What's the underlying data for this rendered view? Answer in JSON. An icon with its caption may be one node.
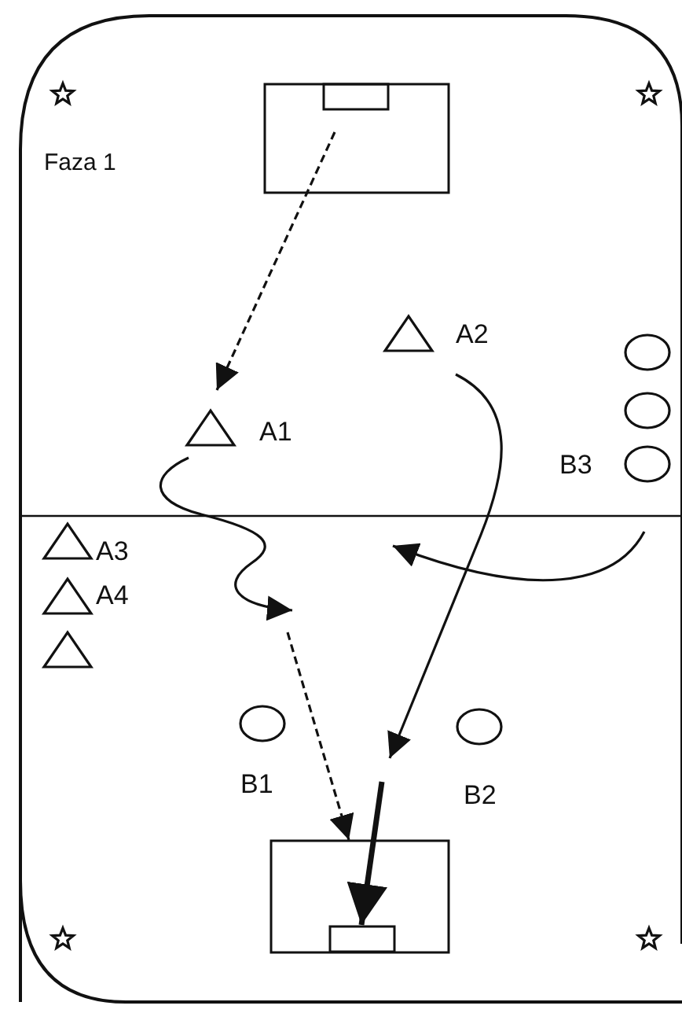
{
  "diagram": {
    "nodes": [
      {
        "text": [],
        "shape": "box"
      },
      {
        "text": [
          "A2"
        ]
      },
      {
        "text": [],
        "shape": "circle"
      },
      {
        "text": [],
        "shape": "circle"
      },
      {
        "text": [
          "A1"
        ]
      },
      {
        "text": [
          "B3"
        ]
      },
      {
        "text": [
          "A3"
        ]
      },
      {
        "text": [
          "A4"
        ]
      },
      {
        "text": [],
        "shape": "triangle"
      },
      {
        "text": [
          "B1"
        ]
      },
      {
        "text": [
          "B2"
        ]
      },
      {
        "text": [],
        "shape": "box"
      }
    ],
    "edges": [
      {
        "from": 0,
        "to": 4,
        "arrow": "to",
        "style": "dashed"
      },
      {
        "from": 4,
        "to": null,
        "arrow": "to"
      },
      {
        "from": null,
        "to": 11,
        "arrow": "to",
        "style": "dashed"
      },
      {
        "from": 1,
        "to": null,
        "arrow": "to"
      },
      {
        "from": 5,
        "to": null,
        "arrow": "to"
      },
      {
        "from": null,
        "to": 11,
        "arrow": "to",
        "style": "thick"
      }
    ],
    "labels": [
      "Faza 1"
    ]
  }
}
